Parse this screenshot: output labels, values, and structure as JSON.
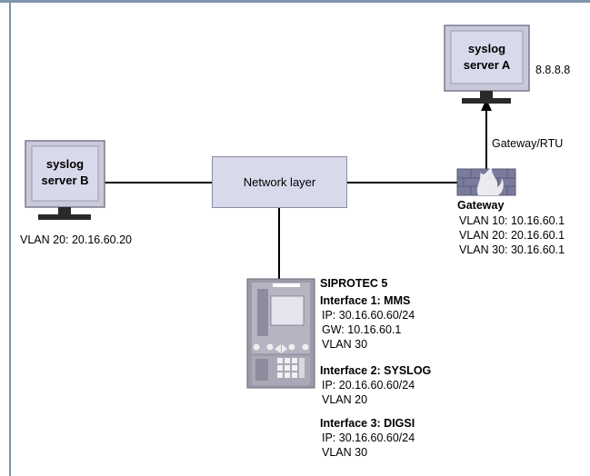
{
  "diagram": {
    "server_a": {
      "line1": "syslog",
      "line2": "server A",
      "ip": "8.8.8.8"
    },
    "server_b": {
      "line1": "syslog",
      "line2": "server B",
      "vlan": "VLAN 20:  20.16.60.20"
    },
    "network_layer": "Network layer",
    "gateway_rtu_label": "Gateway/RTU",
    "gateway": {
      "title": "Gateway",
      "lines": [
        "VLAN 10:  10.16.60.1",
        "VLAN 20:  20.16.60.1",
        "VLAN 30:  30.16.60.1"
      ]
    },
    "device": {
      "title": "SIPROTEC 5",
      "if1": {
        "title": "Interface 1: MMS",
        "ip": "IP:  30.16.60.60/24",
        "gw": "GW:  10.16.60.1",
        "vlan": "VLAN 30"
      },
      "if2": {
        "title": "Interface 2: SYSLOG",
        "ip": "IP:  20.16.60.60/24",
        "vlan": "VLAN 20"
      },
      "if3": {
        "title": "Interface 3: DIGSI",
        "ip": "IP:  30.16.60.60/24",
        "vlan": "VLAN 30"
      }
    }
  },
  "colors": {
    "frame": "#7f95ad",
    "monitor_body": "#c9c9d8",
    "monitor_screen": "#d9d9ec",
    "network_box": "#d9d9ec",
    "firewall": "#7a7a9c"
  }
}
